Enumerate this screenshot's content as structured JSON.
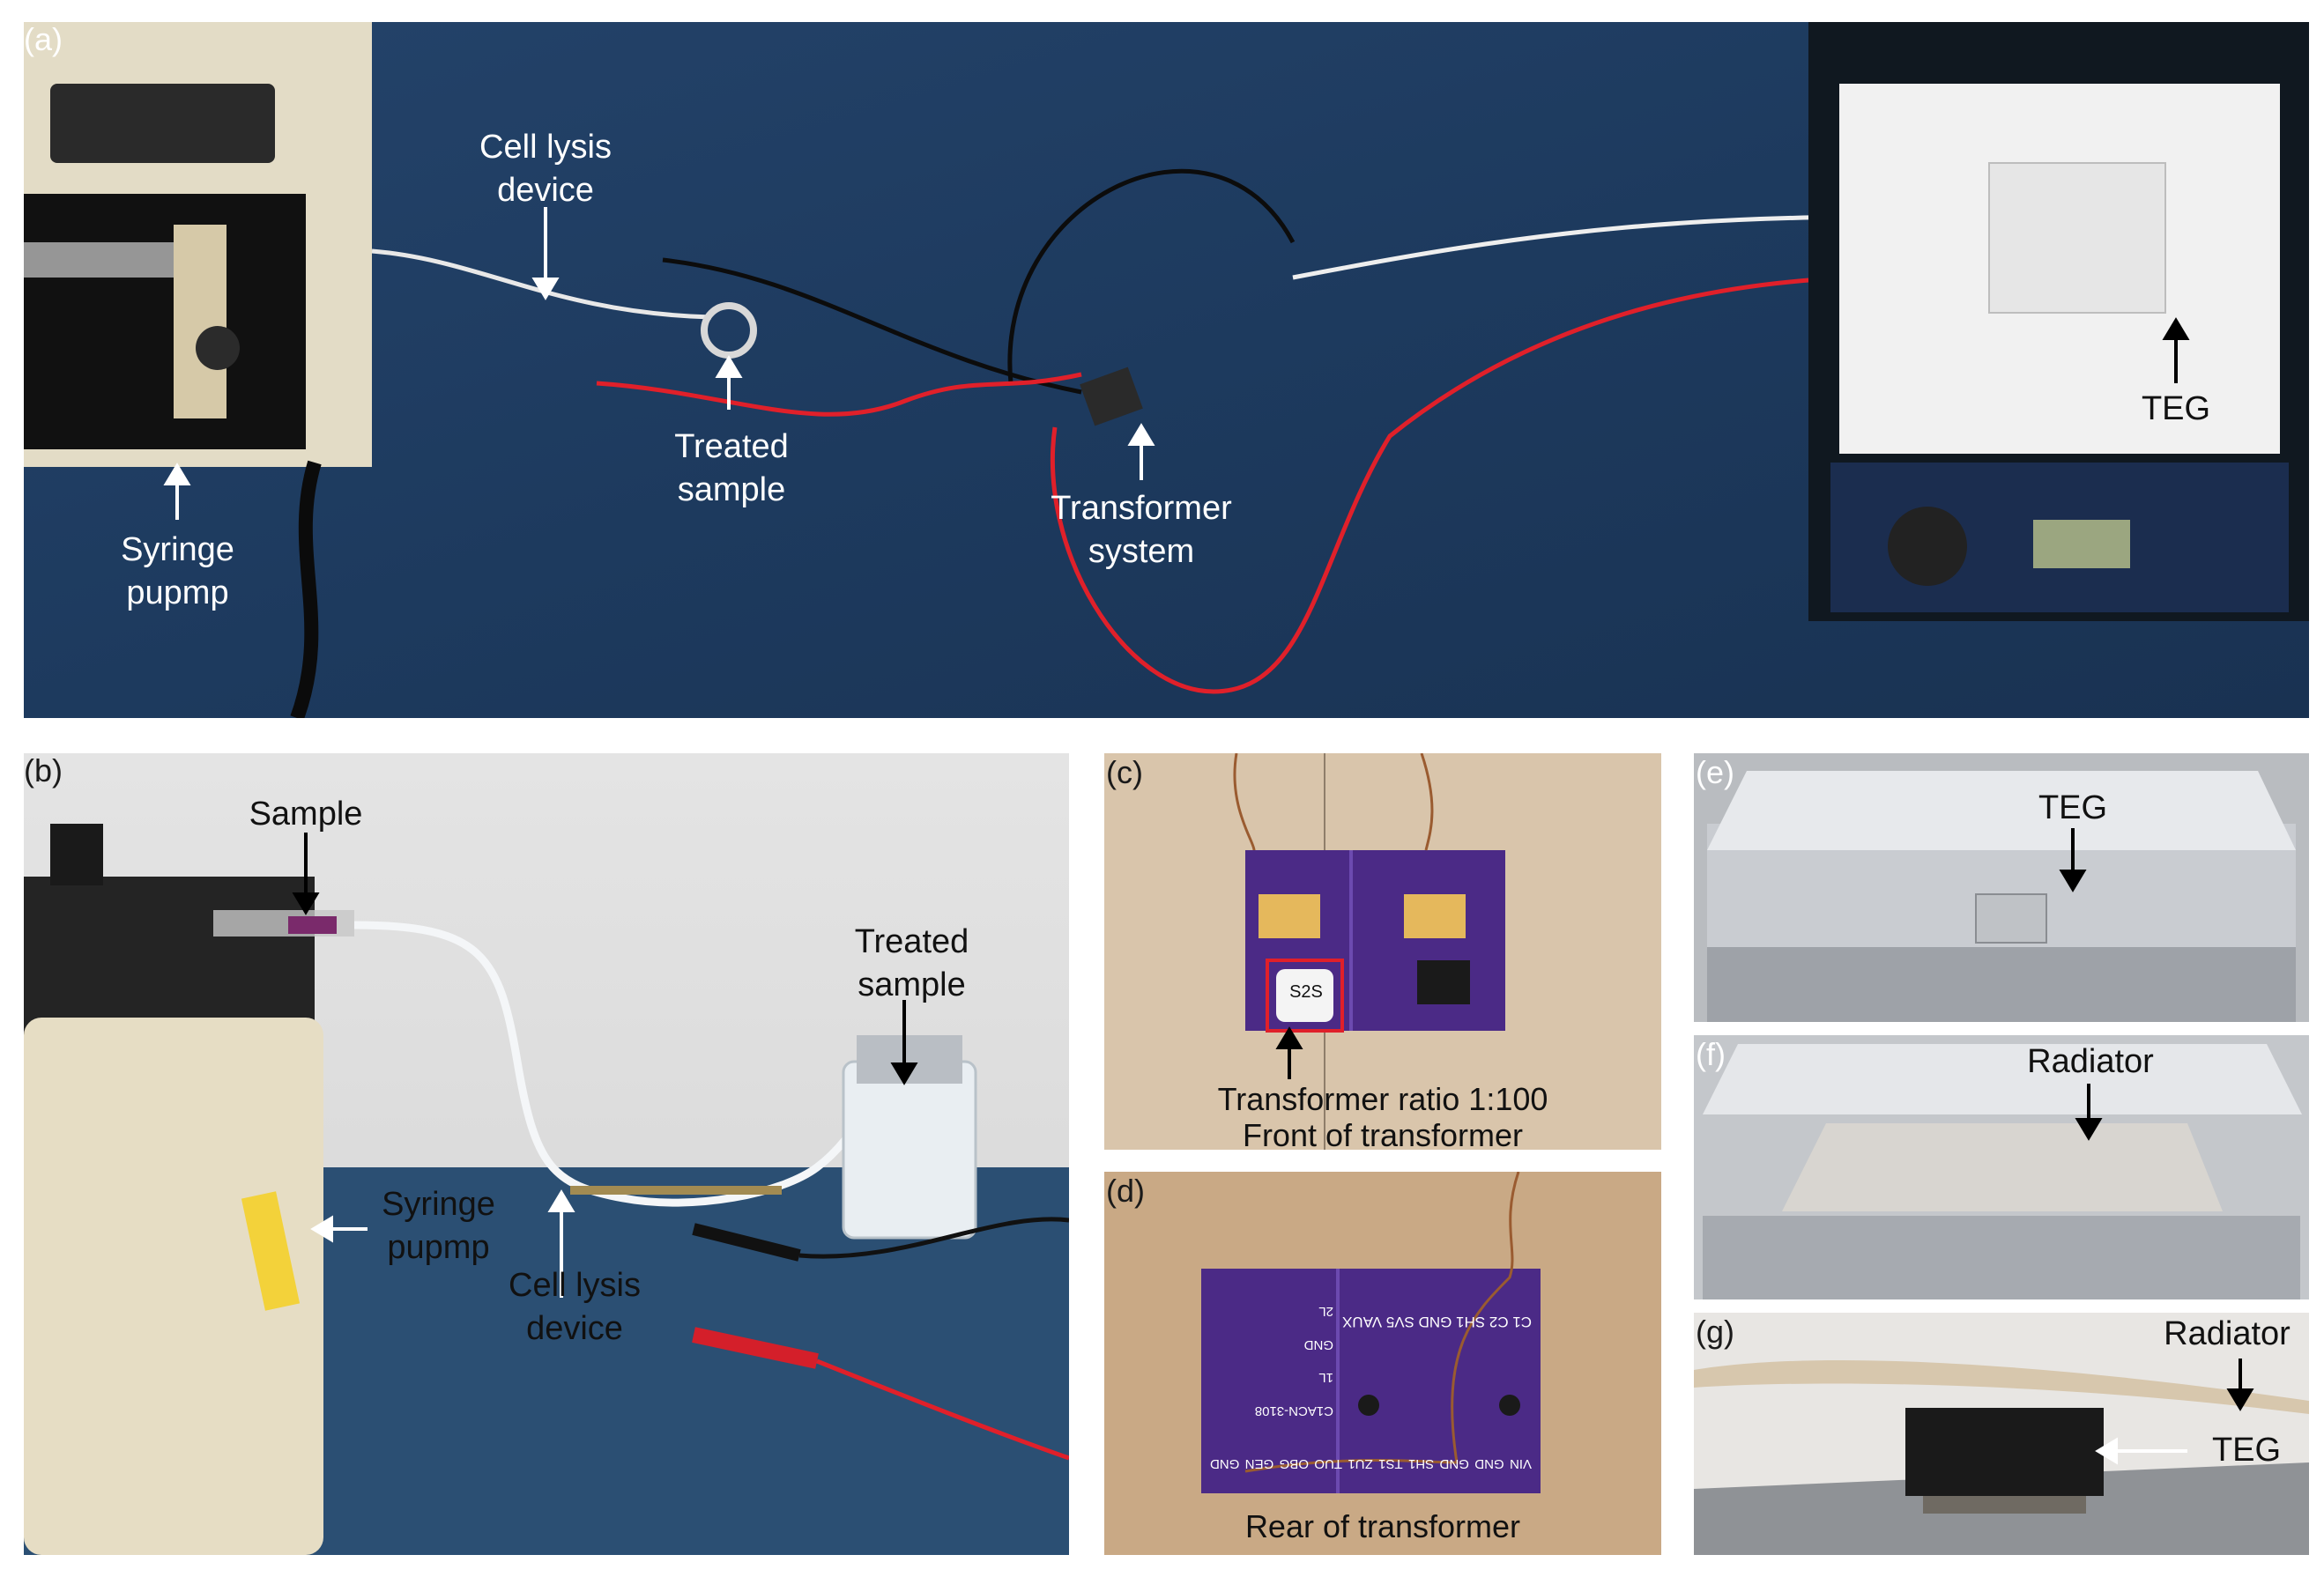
{
  "figure": {
    "panels": [
      {
        "id": "a",
        "label": "(a)"
      },
      {
        "id": "b",
        "label": "(b)"
      },
      {
        "id": "c",
        "label": "(c)"
      },
      {
        "id": "d",
        "label": "(d)"
      },
      {
        "id": "e",
        "label": "(e)"
      },
      {
        "id": "f",
        "label": "(f)"
      },
      {
        "id": "g",
        "label": "(g)"
      }
    ]
  },
  "panel_a": {
    "cell_lysis_line1": "Cell lysis",
    "cell_lysis_line2": "device",
    "treated_line1": "Treated",
    "treated_line2": "sample",
    "syringe_line1": "Syringe",
    "syringe_line2": "pupmp",
    "transformer_line1": "Transformer",
    "transformer_line2": "system",
    "teg": "TEG"
  },
  "panel_b": {
    "sample": "Sample",
    "treated_line1": "Treated",
    "treated_line2": "sample",
    "syringe_line1": "Syringe",
    "syringe_line2": "pupmp",
    "cell_lysis_line1": "Cell lysis",
    "cell_lysis_line2": "device"
  },
  "panel_c": {
    "caption_line1": "Transformer ratio 1:100",
    "caption_line2": "Front of transformer",
    "inductor_marking": "S2S"
  },
  "panel_d": {
    "caption": "Rear of transformer",
    "board_top_labels": [
      "C1",
      "C2",
      "SH1",
      "GND",
      "SV5",
      "VAUX"
    ],
    "board_bottom_labels": [
      "VIN",
      "GND",
      "GND",
      "SH1",
      "TS1",
      "ZU1",
      "TUO",
      "OBG",
      "GEN",
      "GND"
    ],
    "board_side_labels": [
      "C1ACN-3108",
      "1L",
      "GND",
      "2L"
    ]
  },
  "panel_e": {
    "teg": "TEG"
  },
  "panel_f": {
    "radiator": "Radiator"
  },
  "panel_g": {
    "radiator": "Radiator",
    "teg": "TEG"
  },
  "colors": {
    "bench_blue": "#1e3a5f",
    "pcb_purple": "#4b2a86",
    "foil_silver": "#c8ccd2",
    "wire_red": "#e0202a"
  }
}
